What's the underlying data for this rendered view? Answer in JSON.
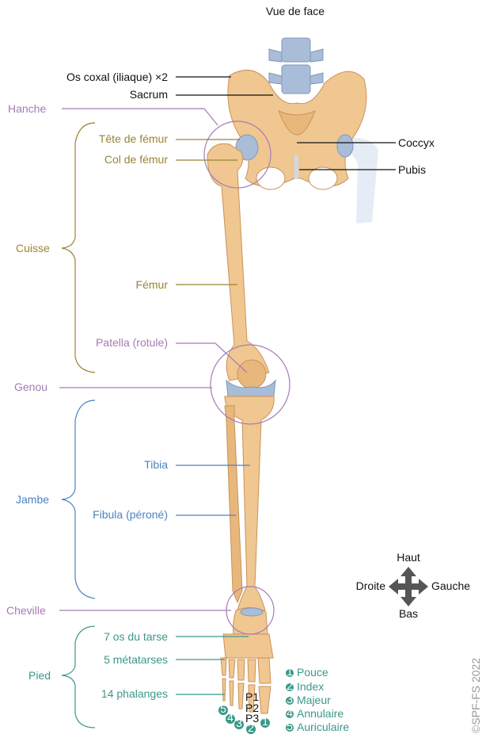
{
  "title": "Vue de face",
  "labels": {
    "os_coxal": "Os coxal (iliaque) ×2",
    "sacrum": "Sacrum",
    "hanche": "Hanche",
    "tete_femur": "Tête de fémur",
    "col_femur": "Col de fémur",
    "coccyx": "Coccyx",
    "pubis": "Pubis",
    "cuisse": "Cuisse",
    "femur": "Fémur",
    "patella": "Patella (rotule)",
    "genou": "Genou",
    "jambe": "Jambe",
    "tibia": "Tibia",
    "fibula": "Fibula (péroné)",
    "cheville": "Cheville",
    "pied": "Pied",
    "tarse": "7 os du tarse",
    "metatarses": "5 métatarses",
    "phalanges": "14 phalanges",
    "p1": "P1",
    "p2": "P2",
    "p3": "P3"
  },
  "orientation": {
    "up": "Haut",
    "down": "Bas",
    "left": "Droite",
    "right": "Gauche"
  },
  "toes": [
    {
      "num": "1",
      "name": "Pouce"
    },
    {
      "num": "2",
      "name": "Index"
    },
    {
      "num": "3",
      "name": "Majeur"
    },
    {
      "num": "4",
      "name": "Annulaire"
    },
    {
      "num": "5",
      "name": "Auriculaire"
    }
  ],
  "copyright": "©SPF-FS 2022",
  "colors": {
    "bone": "#f0c790",
    "olive": "#9a8434",
    "purple": "#a67bb6",
    "blue": "#4a84c2",
    "teal": "#3a988a"
  }
}
